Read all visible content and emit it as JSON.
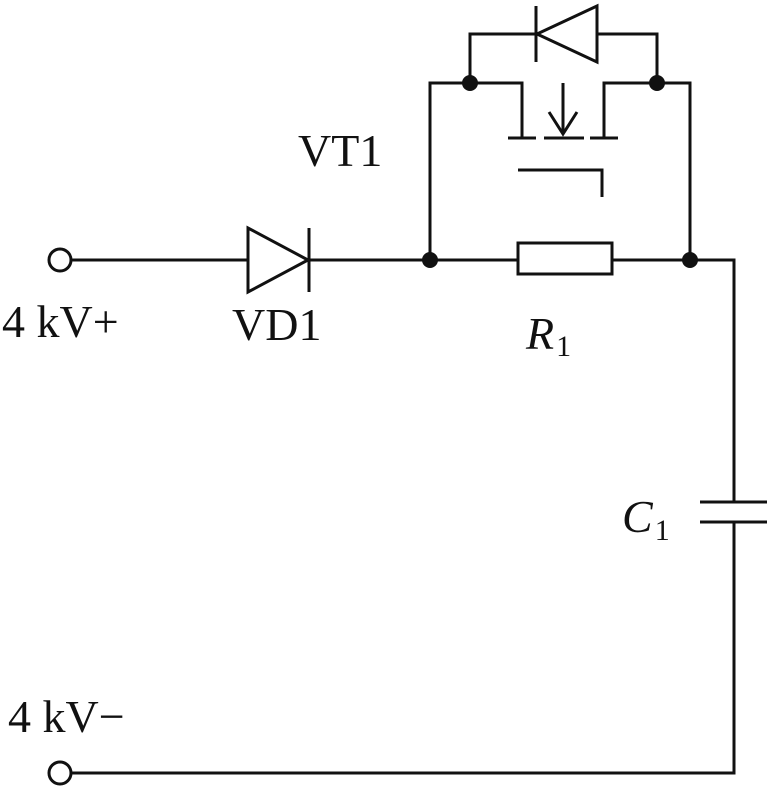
{
  "labels": {
    "terminal_positive": "4 kV+",
    "terminal_negative": "4 kV−",
    "diode": "VD1",
    "transistor": "VT1",
    "resistor_letter": "R",
    "resistor_subscript": "1",
    "capacitor_letter": "C",
    "capacitor_subscript": "1"
  },
  "colors": {
    "line": "#111111",
    "background": "#ffffff"
  }
}
